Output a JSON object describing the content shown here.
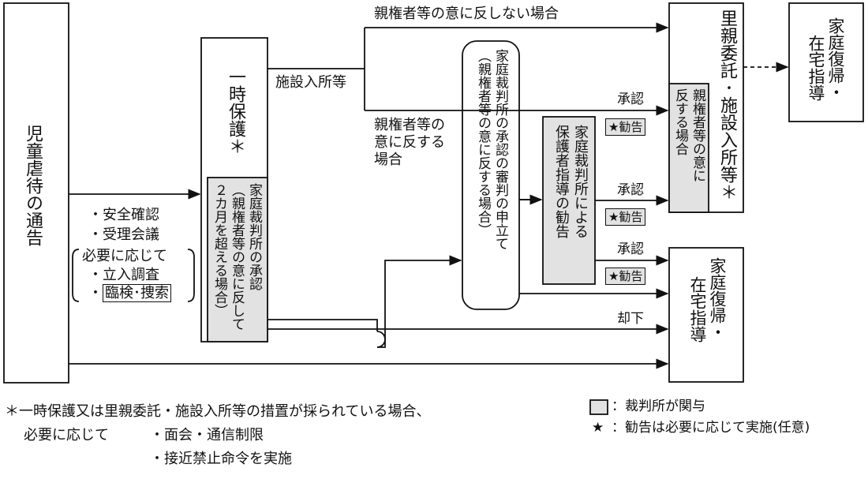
{
  "notification": "児童虐待の通告",
  "initial": {
    "item1": "・安全確認",
    "item2": "・受理会議",
    "needed": "必要に応じて",
    "item3": "・立入調査",
    "item4_prefix": "・",
    "item4_boxed": "臨検･捜索"
  },
  "temp_protection": {
    "title": "一時保護＊",
    "approval_col1": "家庭裁判所の承認",
    "approval_col2": "（親権者等の意に反して",
    "approval_col3": "２カ月を超える場合）"
  },
  "admission_label": "施設入所等",
  "not_against_label": "親権者等の意に反しない場合",
  "against_label": {
    "line1": "親権者等の",
    "line2": "意に反する",
    "line3": "場合"
  },
  "petition": {
    "col1": "家庭裁判所の承認の審判の申立て",
    "col2": "（親権者等の意に反する場合）"
  },
  "court_recommendation": {
    "col1": "家庭裁判所による",
    "col2": "保護者指導の勧告"
  },
  "approval_labels": [
    "承認",
    "承認",
    "承認"
  ],
  "recommendation_badges": [
    "★勧告",
    "★勧告",
    "★勧告"
  ],
  "dismissal_label": "却下",
  "foster": {
    "col1": "里親委託･施設入所等＊",
    "sub1": "親権者等の意に",
    "sub2": "反する場合"
  },
  "return_home_top": {
    "col1": "家庭復帰・",
    "col2": "在宅指導"
  },
  "return_home_bottom": {
    "col1": "家庭復帰・",
    "col2": "在宅指導"
  },
  "footnote": {
    "line1": "＊一時保護又は里親委託・施設入所等の措置が採られている場合、",
    "line2a": "必要に応じて",
    "line2b": "・面会・通信制限",
    "line3": "・接近禁止命令を実施"
  },
  "legend": {
    "court_box": "：裁判所が関与",
    "star_symbol": "★",
    "star_text": "：勧告は必要に応じて実施(任意)"
  },
  "colors": {
    "court_fill": "#e2e2e2",
    "line": "#111111"
  }
}
